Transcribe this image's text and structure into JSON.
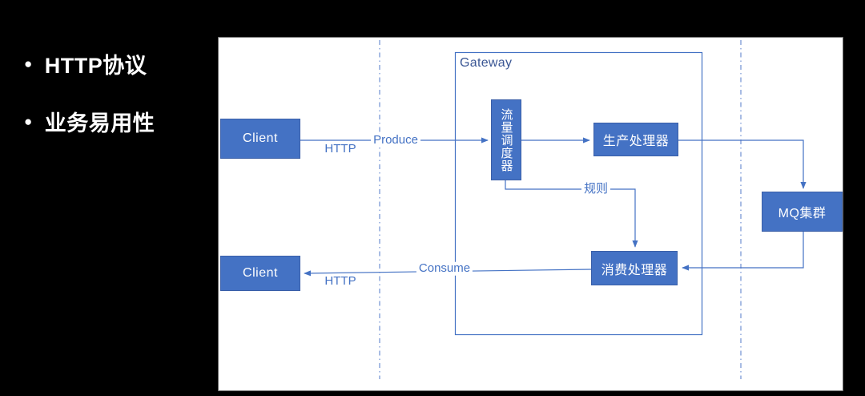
{
  "slide": {
    "bullets": [
      {
        "marker": "●",
        "text": "HTTP协议"
      },
      {
        "marker": "●",
        "text": "业务易用性"
      }
    ]
  },
  "diagram": {
    "container_label": "Gateway",
    "nodes": {
      "client_top": {
        "label": "Client"
      },
      "client_bottom": {
        "label": "Client"
      },
      "traffic_scheduler": {
        "label": "流量调度器"
      },
      "producer_handler": {
        "label": "生产处理器"
      },
      "consumer_handler": {
        "label": "消费处理器"
      },
      "mq_cluster": {
        "label": "MQ集群"
      }
    },
    "edge_labels": {
      "http_top": "HTTP",
      "produce": "Produce",
      "rule": "规则",
      "consume": "Consume",
      "http_bottom": "HTTP"
    },
    "edges": [
      {
        "from": "client_top",
        "to": "traffic_scheduler",
        "labels": [
          "HTTP",
          "Produce"
        ]
      },
      {
        "from": "traffic_scheduler",
        "to": "producer_handler",
        "labels": []
      },
      {
        "from": "producer_handler",
        "to": "mq_cluster",
        "labels": []
      },
      {
        "from": "traffic_scheduler",
        "to": "consumer_handler",
        "labels": [
          "规则"
        ]
      },
      {
        "from": "mq_cluster",
        "to": "consumer_handler",
        "labels": []
      },
      {
        "from": "consumer_handler",
        "to": "client_bottom",
        "labels": [
          "Consume",
          "HTTP"
        ]
      }
    ],
    "colors": {
      "page_bg": "#000000",
      "panel_bg": "#FFFFFF",
      "node_fill": "#4472C4",
      "node_border": "#3A5FA8",
      "connector": "#4472C4",
      "edge_label_text": "#4472C4",
      "gateway_label_text": "#3A5694",
      "separator_dash": "#8BA6DC",
      "bullet_text": "#FFFFFF"
    }
  }
}
